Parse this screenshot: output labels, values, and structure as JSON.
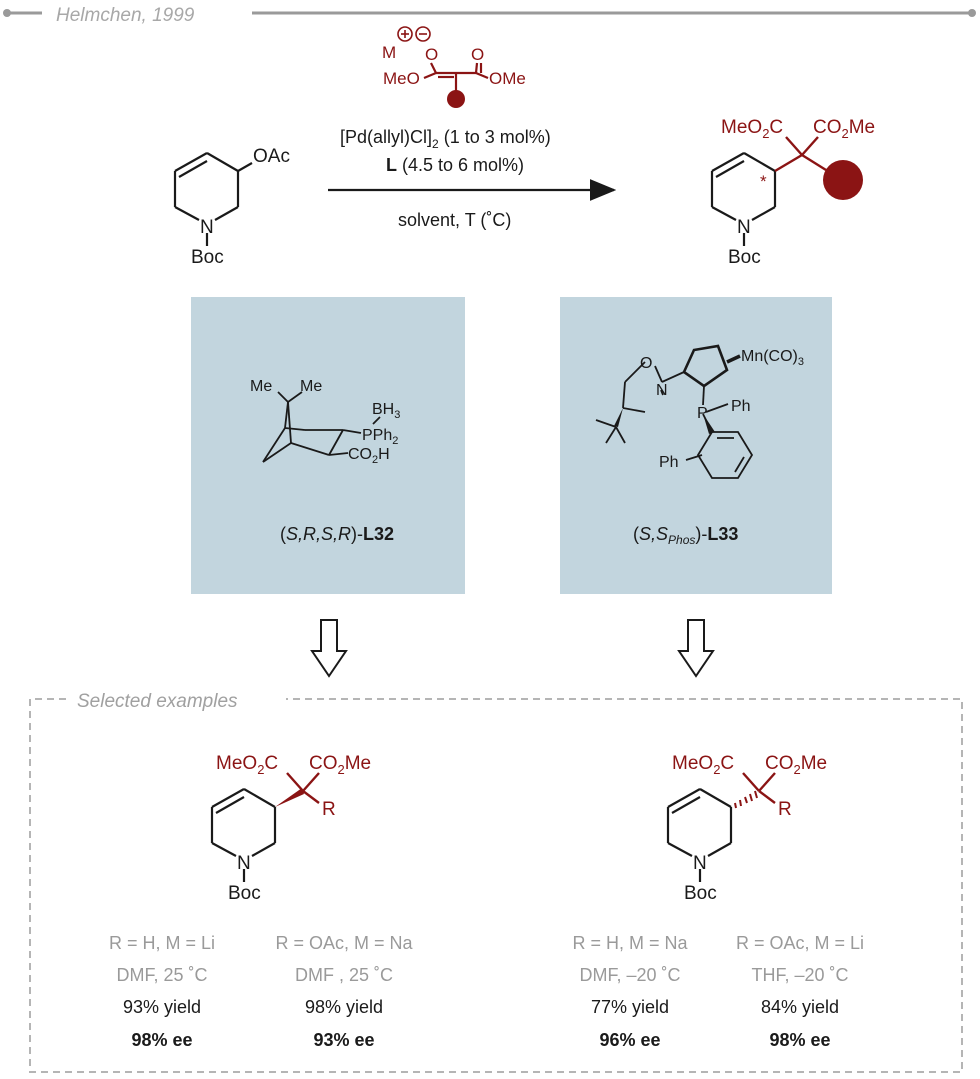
{
  "header": {
    "title": "Helmchen, 1999"
  },
  "colors": {
    "accent": "#8B1414",
    "ligand_box": "#C2D5DE",
    "muted": "#9a9a9a",
    "text": "#1a1a1a"
  },
  "reaction": {
    "reagent": {
      "metal": "M",
      "plus": "⊕",
      "minus": "⊖",
      "ome_left": "MeO",
      "ome_right": "OMe",
      "o1": "O",
      "o2": "O"
    },
    "condition_1_main": "[Pd(allyl)Cl]",
    "condition_1_sub": "2",
    "condition_1_tail": " (1 to 3 mol%)",
    "condition_2_bold": "L",
    "condition_2_tail": " (4.5 to 6 mol%)",
    "condition_3": "solvent, T (˚C)",
    "sm_group": "OAc",
    "n_label": "N",
    "boc_label": "Boc",
    "product_ester_left": "MeO",
    "product_ester_left_sub": "2",
    "product_ester_left_c": "C",
    "product_ester_right": "CO",
    "product_ester_right_sub": "2",
    "product_ester_right_me": "Me",
    "stereo_star": "*"
  },
  "ligands": [
    {
      "label_open": "(",
      "label_italic": "S,R,S,R",
      "label_close": ")-",
      "label_bold": "L32",
      "me1": "Me",
      "me2": "Me",
      "bh3": "BH",
      "bh3_sub": "3",
      "pph2": "PPh",
      "pph2_sub": "2",
      "co2h": "CO",
      "co2h_sub": "2",
      "co2h_h": "H"
    },
    {
      "label_open": "(",
      "label_italic": "S,S",
      "label_italic_sub": "Phos",
      "label_close": ")-",
      "label_bold": "L33",
      "mn": "Mn(CO)",
      "mn_sub": "3",
      "o": "O",
      "n": "N",
      "p": "P",
      "ph1": "Ph",
      "ph2": "Ph"
    }
  ],
  "examples_title": "Selected examples",
  "examples": [
    {
      "r_label": "R",
      "cols": [
        {
          "cond": "R = H, M = Li",
          "solvent": "DMF, 25 ˚C",
          "yield": "93% yield",
          "ee": "98% ee"
        },
        {
          "cond": "R = OAc, M = Na",
          "solvent": "DMF , 25 ˚C",
          "yield": "98% yield",
          "ee": "93% ee"
        }
      ]
    },
    {
      "r_label": "R",
      "cols": [
        {
          "cond": "R = H, M = Na",
          "solvent": "DMF, –20 ˚C",
          "yield": "77% yield",
          "ee": "96% ee"
        },
        {
          "cond": "R = OAc, M = Li",
          "solvent": "THF, –20 ˚C",
          "yield": "84% yield",
          "ee": "98% ee"
        }
      ]
    }
  ]
}
